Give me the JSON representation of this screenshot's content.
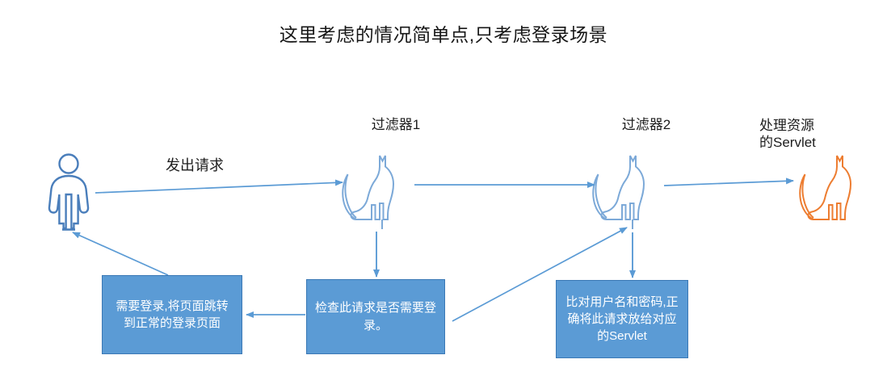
{
  "title": "这里考虑的情况简单点,只考虑登录场景",
  "nodes": {
    "user": {
      "icon": "person-icon",
      "color": "#4A7EBB"
    },
    "filter1": {
      "label": "过滤器1",
      "icon": "cat-icon",
      "color": "#7CA9D8"
    },
    "filter2": {
      "label": "过滤器2",
      "icon": "cat-icon",
      "color": "#7CA9D8"
    },
    "servlet": {
      "label_line1": "处理资源",
      "label_line2": "的Servlet",
      "icon": "cat-icon",
      "color": "#ED7D31"
    }
  },
  "edges": {
    "request_label": "发出请求"
  },
  "boxes": {
    "login": "需要登录,将页面跳转到正常的登录页面",
    "check": "检查此请求是否需要登录。",
    "verify": "比对用户名和密码,正确将此请求放给对应的Servlet"
  },
  "colors": {
    "box_fill": "#5B9BD5",
    "box_border": "#3A78B5",
    "arrow": "#5B9BD5",
    "accent_orange": "#ED7D31",
    "text": "#1a1a1a"
  }
}
